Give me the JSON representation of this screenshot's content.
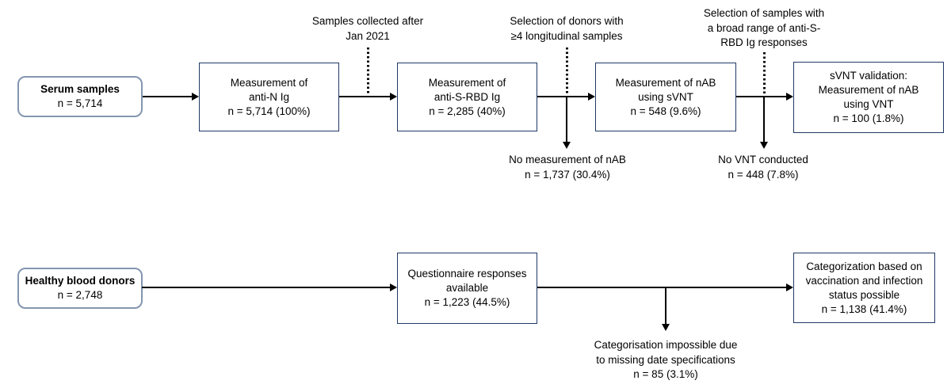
{
  "colors": {
    "rect_border": "#1f3864",
    "rounded_border": "#8496b0",
    "line": "#000000",
    "text": "#000000",
    "background": "#ffffff"
  },
  "top_row": {
    "start": {
      "lines": [
        "Serum samples",
        "n = 5,714"
      ]
    },
    "steps": [
      {
        "lines": [
          "Measurement of",
          "anti-N Ig",
          "n = 5,714 (100%)"
        ]
      },
      {
        "lines": [
          "Measurement of",
          "anti-S-RBD Ig",
          "n = 2,285 (40%)"
        ]
      },
      {
        "lines": [
          "Measurement of nAB",
          "using sVNT",
          "n = 548 (9.6%)"
        ]
      },
      {
        "lines": [
          "sVNT validation:",
          "Measurement of nAB",
          "using VNT",
          "n = 100 (1.8%)"
        ]
      }
    ],
    "gates": [
      {
        "lines": [
          "Samples collected after",
          "Jan 2021"
        ]
      },
      {
        "lines": [
          "Selection of donors with",
          "≥4 longitudinal samples"
        ]
      },
      {
        "lines": [
          "Selection of samples with",
          "a broad range of anti-S-",
          "RBD Ig responses"
        ]
      }
    ],
    "exclusions": [
      {
        "lines": [
          "No measurement of nAB",
          "n = 1,737 (30.4%)"
        ]
      },
      {
        "lines": [
          "No VNT conducted",
          "n = 448 (7.8%)"
        ]
      }
    ]
  },
  "bottom_row": {
    "start": {
      "lines": [
        "Healthy blood donors",
        "n = 2,748"
      ]
    },
    "steps": [
      {
        "lines": [
          "Questionnaire responses",
          "available",
          "n = 1,223 (44.5%)"
        ]
      },
      {
        "lines": [
          "Categorization based on",
          "vaccination and infection",
          "status possible",
          "n = 1,138 (41.4%)"
        ]
      }
    ],
    "exclusions": [
      {
        "lines": [
          "Categorisation impossible due",
          "to missing date specifications",
          "n = 85 (3.1%)"
        ]
      }
    ]
  }
}
